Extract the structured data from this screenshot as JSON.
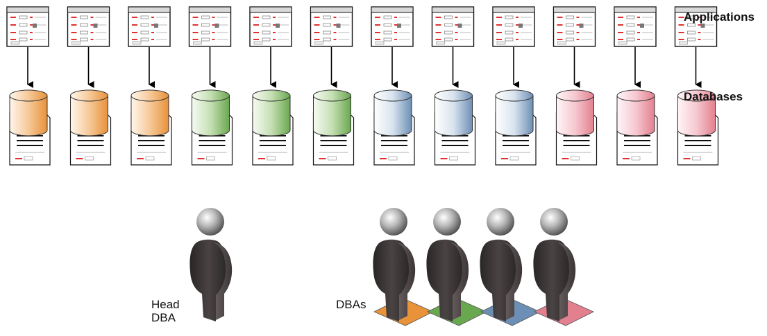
{
  "labels": {
    "applications": "Applications",
    "databases": "Databases",
    "head_dba": "Head\nDBA",
    "dbas": "DBAs"
  },
  "colors": {
    "orange": "#e8923a",
    "green": "#6aa84f",
    "blue": "#6d8fb5",
    "pink": "#e3808f"
  },
  "databases": [
    "orange",
    "orange",
    "orange",
    "green",
    "green",
    "green",
    "blue",
    "blue",
    "blue",
    "pink",
    "pink",
    "pink"
  ],
  "dba_bases": [
    "orange",
    "green",
    "blue",
    "pink"
  ]
}
